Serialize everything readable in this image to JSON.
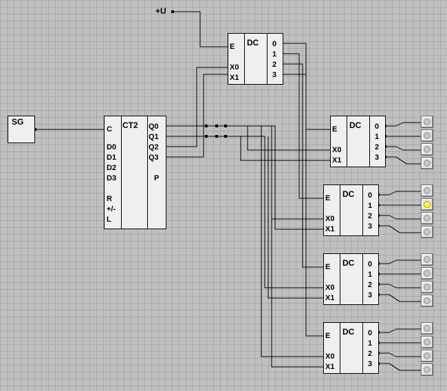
{
  "supply": {
    "label": "+U"
  },
  "generator": {
    "label": "SG"
  },
  "counter": {
    "title": "CT2",
    "inputs": [
      "C",
      "D0",
      "D1",
      "D2",
      "D3",
      "R",
      "+/-",
      "L"
    ],
    "outputs": [
      "Q0",
      "Q1",
      "Q2",
      "Q3",
      "P"
    ]
  },
  "decoders": [
    {
      "title": "DC",
      "inputs": [
        "E",
        "X0",
        "X1"
      ],
      "outputs": [
        "0",
        "1",
        "2",
        "3"
      ]
    },
    {
      "title": "DC",
      "inputs": [
        "E",
        "X0",
        "X1"
      ],
      "outputs": [
        "0",
        "1",
        "2",
        "3"
      ]
    },
    {
      "title": "DC",
      "inputs": [
        "E",
        "X0",
        "X1"
      ],
      "outputs": [
        "0",
        "1",
        "2",
        "3"
      ]
    },
    {
      "title": "DC",
      "inputs": [
        "E",
        "X0",
        "X1"
      ],
      "outputs": [
        "0",
        "1",
        "2",
        "3"
      ]
    },
    {
      "title": "DC",
      "inputs": [
        "E",
        "X0",
        "X1"
      ],
      "outputs": [
        "0",
        "1",
        "2",
        "3"
      ]
    }
  ],
  "lamps": [
    [
      false,
      false,
      false,
      false
    ],
    [
      false,
      true,
      false,
      false
    ],
    [
      false,
      false,
      false,
      false
    ],
    [
      false,
      false,
      false,
      false
    ]
  ],
  "colors": {
    "background": "#c0c0c0",
    "block": "#efefef",
    "lamp_on": "#ffff3a",
    "lamp_off": "#c8c8c8"
  }
}
